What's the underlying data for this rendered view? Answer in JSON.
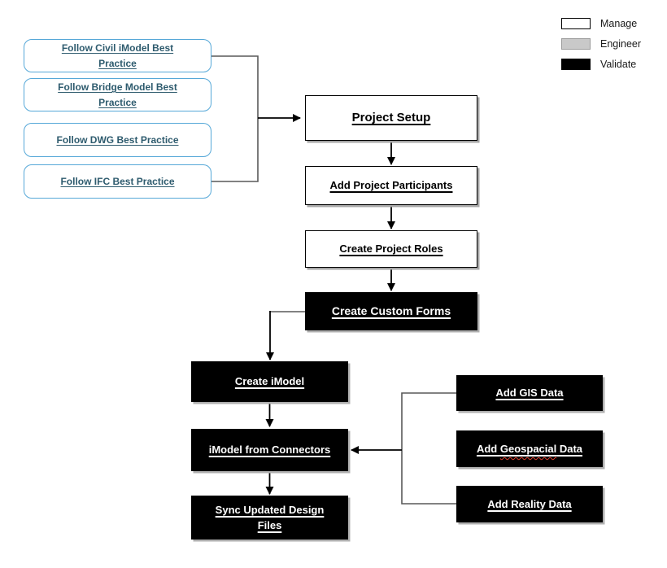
{
  "legend": {
    "manage": {
      "label": "Manage",
      "fill": "#ffffff"
    },
    "engineer": {
      "label": "Engineer",
      "fill": "#c9c9c9"
    },
    "validate": {
      "label": "Validate",
      "fill": "#000000"
    }
  },
  "practices": {
    "civil": {
      "label": "Follow Civil iModel Best Practice"
    },
    "bridge": {
      "label": "Follow Bridge Model Best Practice"
    },
    "dwg": {
      "label": "Follow DWG Best Practice"
    },
    "ifc": {
      "label": "Follow IFC Best Practice"
    }
  },
  "setup_flow": {
    "project_setup": {
      "label": "Project Setup"
    },
    "add_participants": {
      "label": "Add Project Participants"
    },
    "create_roles": {
      "label": "Create Project Roles"
    },
    "create_forms": {
      "label": "Create Custom Forms"
    }
  },
  "imodel_flow": {
    "create_imodel": {
      "label": "Create iModel"
    },
    "from_connectors": {
      "label": "iModel from Connectors"
    },
    "sync_files": {
      "label": "Sync Updated Design Files"
    }
  },
  "data_sources": {
    "gis": {
      "label": "Add GIS Data"
    },
    "geospacial": {
      "prefix": "Add ",
      "word": "Geospacial",
      "suffix": " Data"
    },
    "reality": {
      "label": "Add Reality Data"
    }
  },
  "colors": {
    "practice_border": "#56a8d8",
    "practice_text": "#2e5b6e",
    "engineer_gray": "#c9c9c9",
    "connector_gray": "#595959",
    "arrow_black": "#000000",
    "spellcheck_red": "#e0402f"
  }
}
